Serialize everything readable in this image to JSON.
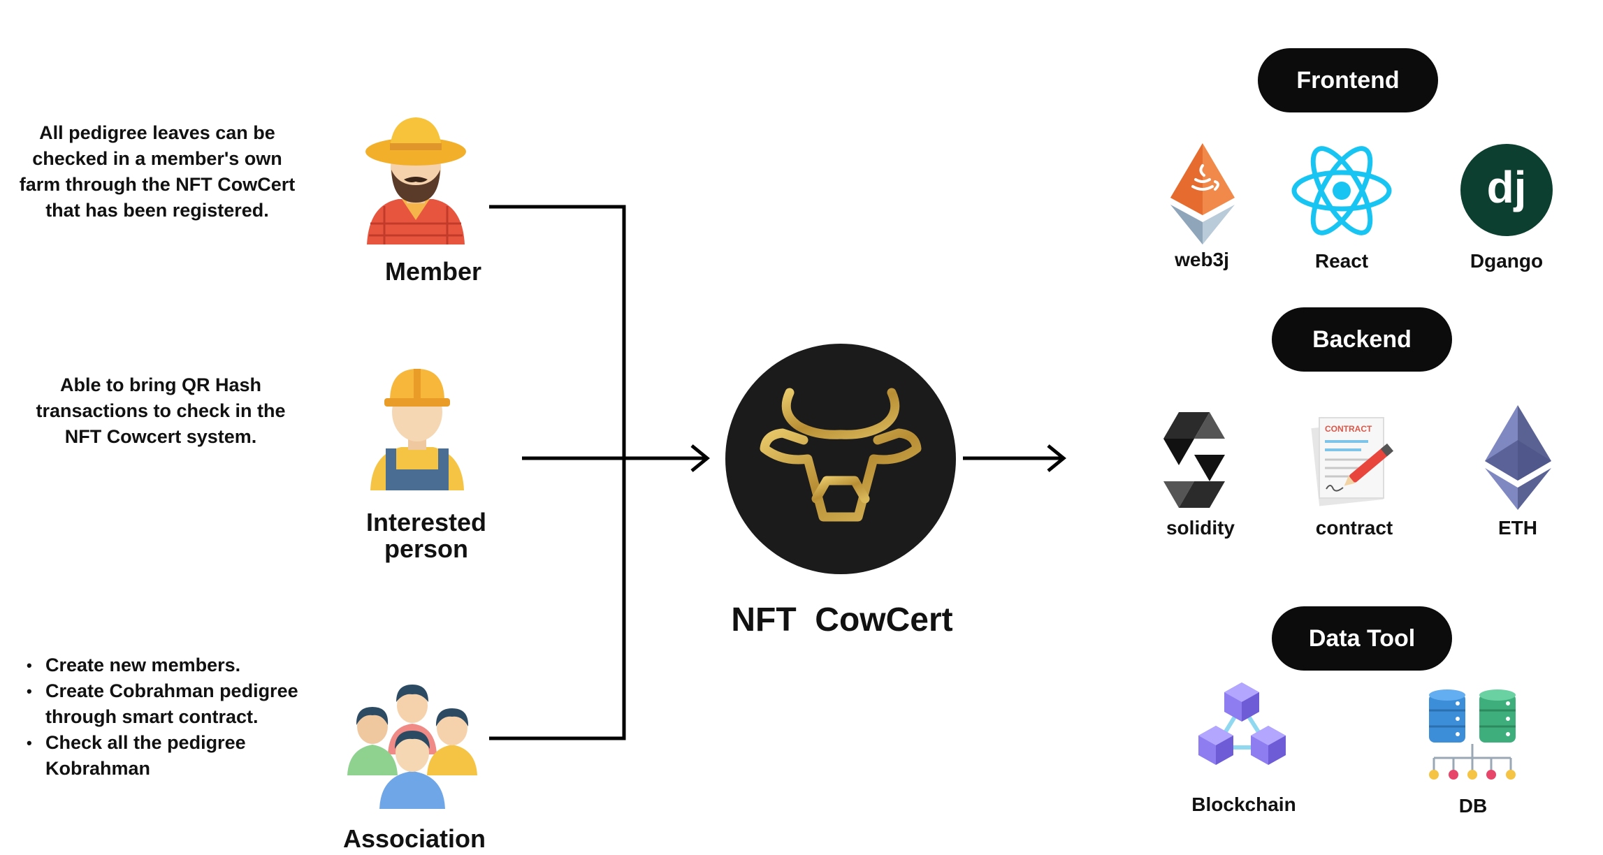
{
  "roles": {
    "member": {
      "label": "Member",
      "description": [
        "All pedigree leaves can be",
        "checked in a member's own",
        "farm through the NFT CowCert",
        "that has been registered."
      ]
    },
    "interested": {
      "label_lines": [
        "Interested",
        "person"
      ],
      "description": [
        "Able to bring QR Hash",
        "transactions to check in the",
        "NFT Cowcert system."
      ]
    },
    "association": {
      "label": "Association",
      "bullets": [
        "Create new members.",
        "Create Cobrahman pedigree through smart contract.",
        "Check all the pedigree Kobrahman"
      ]
    }
  },
  "center": {
    "title": "NFT  CowCert",
    "logo_color": "#c9a84c"
  },
  "sections": {
    "frontend": {
      "title": "Frontend",
      "items": [
        "web3j",
        "React",
        "Dgango"
      ]
    },
    "backend": {
      "title": "Backend",
      "items": [
        "solidity",
        "contract",
        "ETH"
      ]
    },
    "data_tool": {
      "title": "Data Tool",
      "items": [
        "Blockchain",
        "DB"
      ]
    }
  },
  "icons": {
    "member": "farmer-icon",
    "interested": "worker-icon",
    "association": "group-icon",
    "web3j": "web3j-java-icon",
    "react": "react-icon",
    "django": "django-icon",
    "solidity": "solidity-icon",
    "contract": "contract-document-icon",
    "eth": "ethereum-icon",
    "blockchain": "blockchain-cubes-icon",
    "db": "database-icon"
  }
}
